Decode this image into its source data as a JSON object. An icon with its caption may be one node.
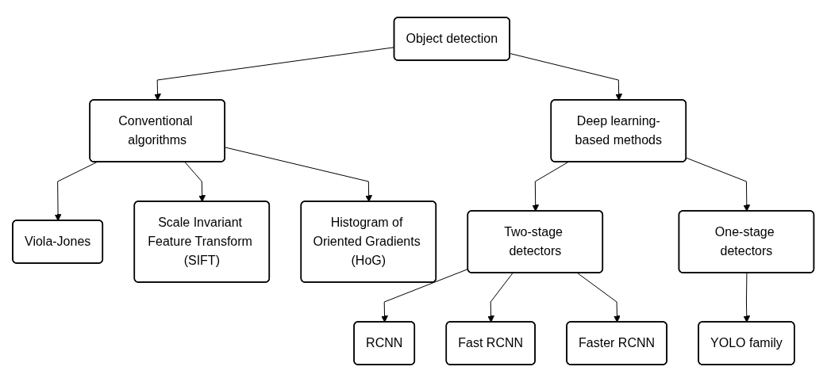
{
  "diagram": {
    "nodes": [
      {
        "text": [
          "Object detection"
        ]
      },
      {
        "text": [
          "Conventional algorithms"
        ]
      },
      {
        "text": [
          "Deep learning-based methods"
        ]
      },
      {
        "text": [
          "Viola-Jones"
        ]
      },
      {
        "text": [
          "Scale Invariant Feature Transform (SIFT)"
        ]
      },
      {
        "text": [
          "Histogram of Oriented Gradients (HoG)"
        ]
      },
      {
        "text": [
          "Two-stage detectors"
        ]
      },
      {
        "text": [
          "One-stage detectors"
        ]
      },
      {
        "text": [
          "RCNN"
        ]
      },
      {
        "text": [
          "Fast RCNN"
        ]
      },
      {
        "text": [
          "Faster RCNN"
        ]
      },
      {
        "text": [
          "YOLO family"
        ]
      }
    ],
    "edges": [
      {
        "from": 0,
        "to": 1,
        "arrow": "to"
      },
      {
        "from": 0,
        "to": 2,
        "arrow": "to"
      },
      {
        "from": 1,
        "to": 3,
        "arrow": "to"
      },
      {
        "from": 1,
        "to": 4,
        "arrow": "to"
      },
      {
        "from": 1,
        "to": 5,
        "arrow": "to"
      },
      {
        "from": 2,
        "to": 6,
        "arrow": "to"
      },
      {
        "from": 2,
        "to": 7,
        "arrow": "to"
      },
      {
        "from": 6,
        "to": 8,
        "arrow": "to"
      },
      {
        "from": 6,
        "to": 9,
        "arrow": "to"
      },
      {
        "from": 6,
        "to": 10,
        "arrow": "to"
      },
      {
        "from": 7,
        "to": 11,
        "arrow": "to"
      }
    ]
  }
}
